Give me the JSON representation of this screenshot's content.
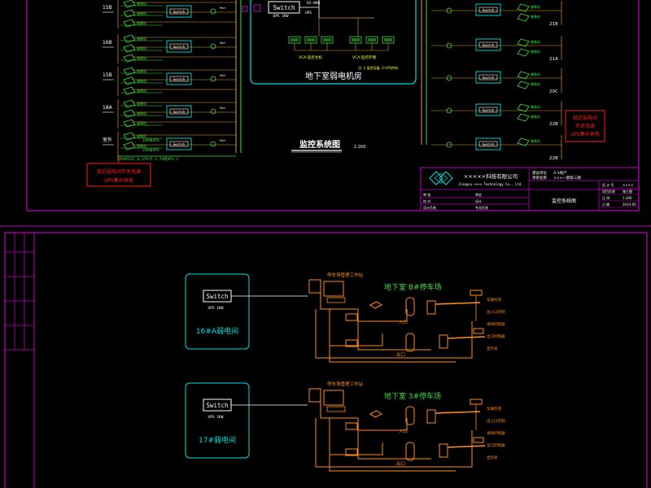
{
  "colors": {
    "background": "#000000",
    "frame": "#c000c0",
    "wire": "#e0a020",
    "cyan": "#00e0e0",
    "green": "#40e040",
    "white": "#ffffff",
    "red": "#ff2020",
    "orange": "#ff8c1a",
    "yellow": "#ffff40"
  },
  "top_sheet": {
    "left_floors": [
      "15B",
      "16B",
      "15B",
      "18A",
      "室外"
    ],
    "right_floors": [
      "21B",
      "21A",
      "20C",
      "22B",
      "22B"
    ],
    "switch_label": "Switch",
    "port_label": "Port",
    "camera_label": "摄像机",
    "center_device": "Switch",
    "center_device_sub": "UPS 1KW",
    "ups_label": "UPS",
    "rack_top_label": "DS-NVR",
    "rack_left_label": "VCA-监控主机",
    "rack_right_label": "VCA-监控存储",
    "rack_note": "注: 1-监控设备, 2-UPS供电",
    "room_name": "地下室弱电机房",
    "title": "监控系统图",
    "title_scale": "1:200",
    "left_note_line1": "就近弱电间开关电源",
    "left_note_line2": "UPS集中供电",
    "right_note_line1": "就近弱电间",
    "right_note_line2": "开关电源",
    "right_note_line3": "UPS集中供电",
    "bottom_feed_1": "24#接UPS",
    "bottom_feed_2": "35#接UPS",
    "bottom_feed_3": "RVVP2X1.0,SYV75-5,7#接UPS 2",
    "title_block": {
      "company": "×××××科技有限公司",
      "company_en": "Jiangsu ×××× Technology Co., Ltd.",
      "project_label": "建设单位",
      "project_value": "A-3地产",
      "name_label": "项目名称",
      "name_value": "×××一期第三期",
      "drawing_title": "监控系统图",
      "rows": [
        {
          "k": "设 计 号",
          "v": "××××"
        },
        {
          "k": "项目负责",
          "v": "施工图"
        },
        {
          "k": "比 例",
          "v": "1:200"
        },
        {
          "k": "日 期",
          "v": "2014-05"
        }
      ],
      "sign_labels": [
        "审 核",
        "审定",
        "校 对",
        "设计",
        "设计负责",
        "专业负责"
      ]
    }
  },
  "bottom_sheet": {
    "rooms": [
      {
        "switch_label": "Switch",
        "switch_sub": "UPS 1KW",
        "room_name": "16#A弱电间",
        "lot_title": "地下室 B#停车场",
        "workstation": "停车场管理工作站",
        "entry": "入口",
        "exit": "出口",
        "side_labels": [
          "车辆检测",
          "出入口控制",
          "道闸控制器",
          "出口控制器",
          "显示屏"
        ]
      },
      {
        "switch_label": "Switch",
        "switch_sub": "UPS 1KW",
        "room_name": "17#弱电间",
        "lot_title": "地下室 3#停车场",
        "workstation": "停车场管理工作站",
        "entry": "入口",
        "exit": "出口",
        "side_labels": [
          "车辆检测",
          "出入口控制",
          "道闸控制器",
          "出口控制器",
          "显示屏"
        ]
      }
    ]
  }
}
